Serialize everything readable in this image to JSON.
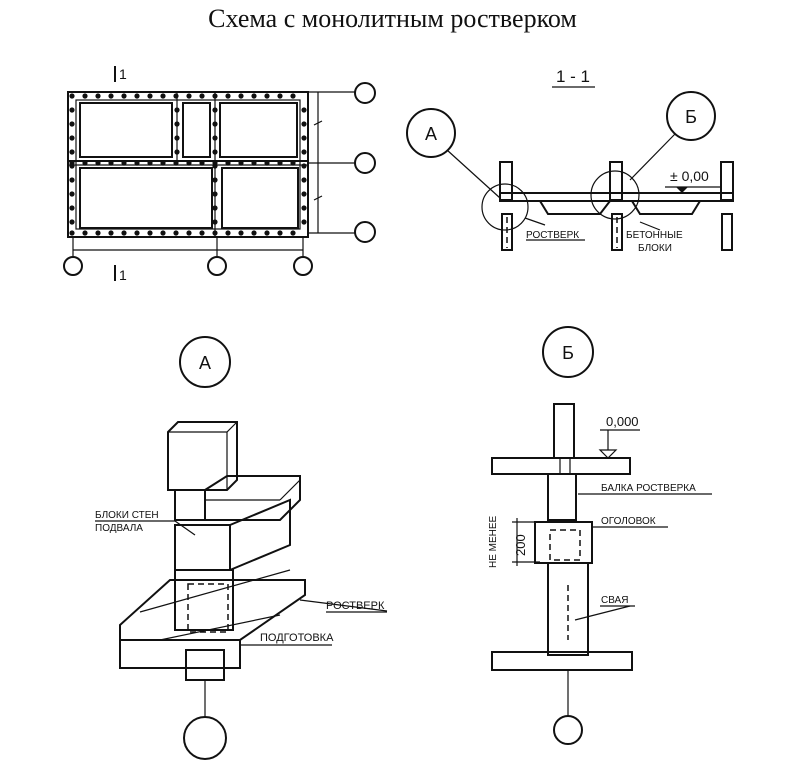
{
  "title": "Схема с монолитным ростверком",
  "plan": {
    "section_mark_top": "1",
    "section_mark_bottom": "1"
  },
  "section": {
    "title": "1 - 1",
    "callout_a": "А",
    "callout_b": "Б",
    "level": "± 0,00",
    "label_rostverk": "РОСТВЕРК",
    "label_blocks_1": "БЕТОННЫЕ",
    "label_blocks_2": "БЛОКИ"
  },
  "detail_a": {
    "callout": "А",
    "label_wall_blocks_1": "БЛОКИ СТЕН",
    "label_wall_blocks_2": "ПОДВАЛА",
    "label_rostverk": "РОСТВЕРК",
    "label_prep": "ПОДГОТОВКА"
  },
  "detail_b": {
    "callout": "Б",
    "level": "0,000",
    "label_beam": "БАЛКА РОСТВЕРКА",
    "label_head": "ОГОЛОВОК",
    "label_pile": "СВАЯ",
    "label_min": "НЕ МЕНЕЕ",
    "dim_value": "200"
  }
}
